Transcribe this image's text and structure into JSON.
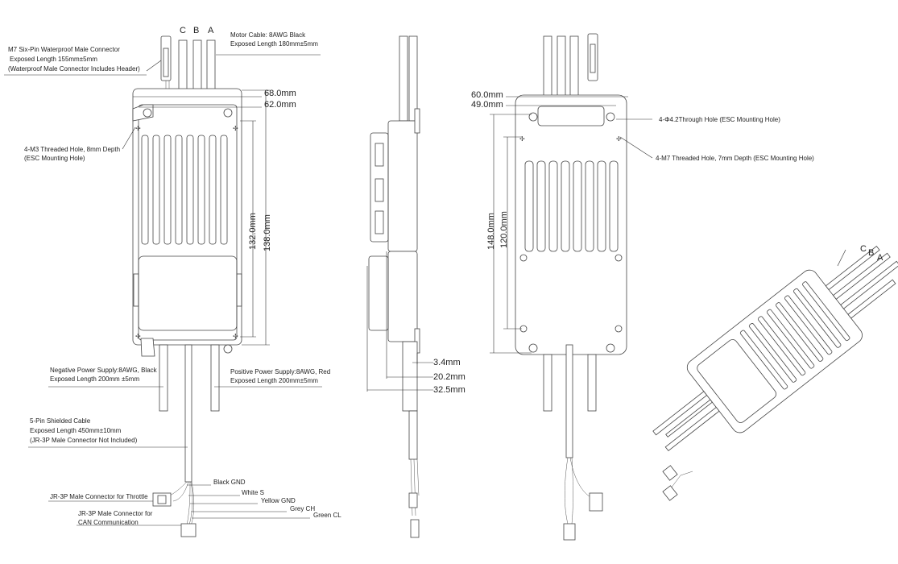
{
  "phases": {
    "c": "C",
    "b": "B",
    "a": "A"
  },
  "front_view": {
    "motor_cable": {
      "line1": "Motor Cable: 8AWG Black",
      "line2": "Exposed Length 180mm±5mm"
    },
    "m7_connector": {
      "line1": "M7 Six-Pin Waterproof Male Connector",
      "line2": "Exposed Length 155mm±5mm",
      "line3": "(Waterproof Male Connector Includes Header)"
    },
    "width_outer": "68.0mm",
    "width_inner": "62.0mm",
    "threaded_hole": {
      "line1": "4-M3 Threaded Hole, 8mm Depth",
      "line2": "(ESC Mounting Hole)"
    },
    "height_inner": "132.0mm",
    "height_outer": "138.0mm",
    "neg_supply": {
      "line1": "Negative Power Supply:8AWG, Black",
      "line2": "Exposed Length 200mm ±5mm"
    },
    "pos_supply": {
      "line1": "Positive Power Supply:8AWG, Red",
      "line2": "Exposed Length 200mm±5mm"
    },
    "shielded_cable": {
      "line1": "5-Pin Shielded Cable",
      "line2": "Exposed Length 450mm±10mm",
      "line3": "(JR-3P Male Connector Not Included)"
    },
    "wires": {
      "black": "Black GND",
      "white": "White S",
      "yellow": "Yellow GND",
      "grey": "Grey CH",
      "green": "Green CL"
    },
    "throttle_conn": "JR-3P Male Connector for Throttle",
    "can_conn": {
      "line1": "JR-3P Male Connector for",
      "line2": "CAN Communication"
    }
  },
  "side_view": {
    "d1": "3.4mm",
    "d2": "20.2mm",
    "d3": "32.5mm"
  },
  "back_view": {
    "width_outer": "60.0mm",
    "width_inner": "49.0mm",
    "through_hole": "4-Φ4.2Through Hole (ESC Mounting Hole)",
    "m7_hole": "4-M7 Threaded Hole, 7mm Depth (ESC Mounting Hole)",
    "height_outer": "148.0mm",
    "height_inner": "120.0mm"
  },
  "iso_view": {
    "c": "C",
    "b": "B",
    "a": "A"
  }
}
